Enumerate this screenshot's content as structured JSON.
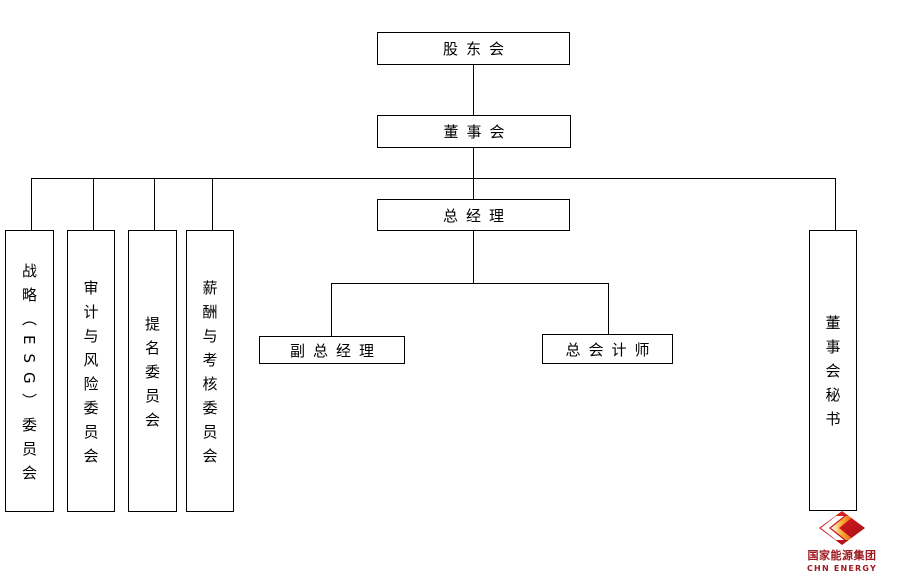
{
  "org_chart": {
    "nodes": {
      "shareholders": "股东会",
      "board": "董事会",
      "general_manager": "总经理",
      "strategy_esg_committee": "战略（ESG）委员会",
      "audit_risk_committee": "审计与风险委员会",
      "nomination_committee": "提名委员会",
      "remuneration_assessment_committee": "薪酬与考核委员会",
      "board_secretary": "董事会秘书",
      "deputy_general_manager": "副总经理",
      "chief_accountant": "总会计师"
    },
    "line_color": "#000000",
    "box_border_color": "#000000",
    "background_color": "#ffffff"
  },
  "logo": {
    "company_name_cn": "国家能源集团",
    "company_name_en": "CHN ENERGY",
    "brand_red": "#c8161d",
    "brand_dark_red": "#9c1a1f",
    "brand_gold": "#fbb034"
  }
}
